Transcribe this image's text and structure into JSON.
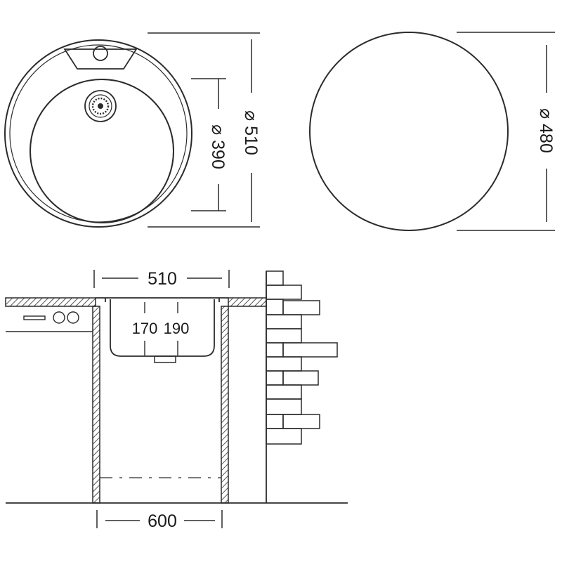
{
  "top_view": {
    "outer_diameter_label": "⌀ 510",
    "bowl_diameter_label": "⌀ 390"
  },
  "cutout_view": {
    "cutout_diameter_label": "⌀ 480"
  },
  "section_view": {
    "sink_width_label": "510",
    "bowl_depth_label_1": "170",
    "bowl_depth_label_2": "190",
    "cabinet_width_label": "600"
  },
  "colors": {
    "line": "#2b2b2b",
    "hatch": "#555555",
    "background": "#ffffff"
  }
}
